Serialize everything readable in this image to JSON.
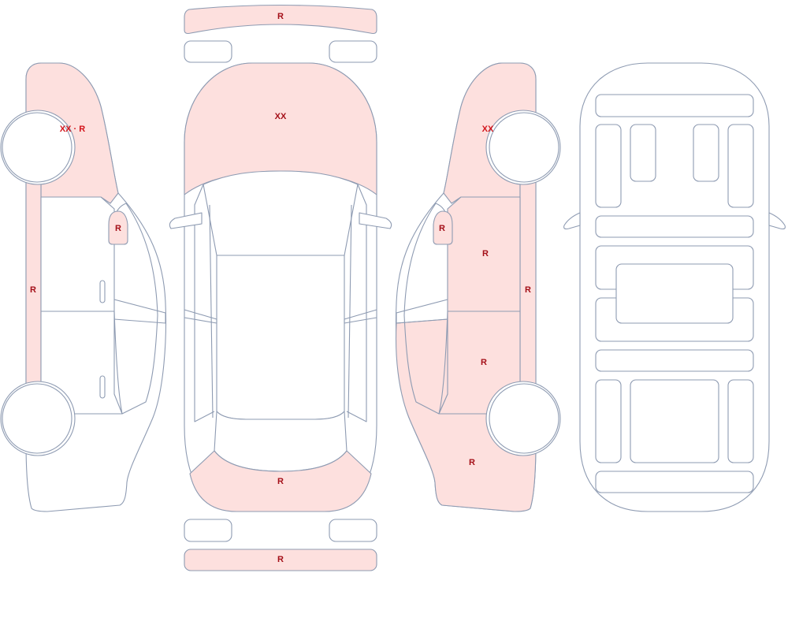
{
  "colors": {
    "damaged_fill": "#fde0de",
    "outline": "#8e9bb2",
    "label": "#a40f18",
    "label_red": "#d3141b"
  },
  "labels": {
    "top_bumper": "R",
    "hood": "XX",
    "rear_bumper_top": "R",
    "rear_bumper_bottom": "R",
    "left_front_fender": "XX · R",
    "left_mirror": "R",
    "left_rocker": "R",
    "right_front_fender": "XX",
    "right_mirror": "R",
    "right_front_door": "R",
    "right_rocker": "R",
    "right_rear_door": "R",
    "right_rear_quarter": "R"
  }
}
